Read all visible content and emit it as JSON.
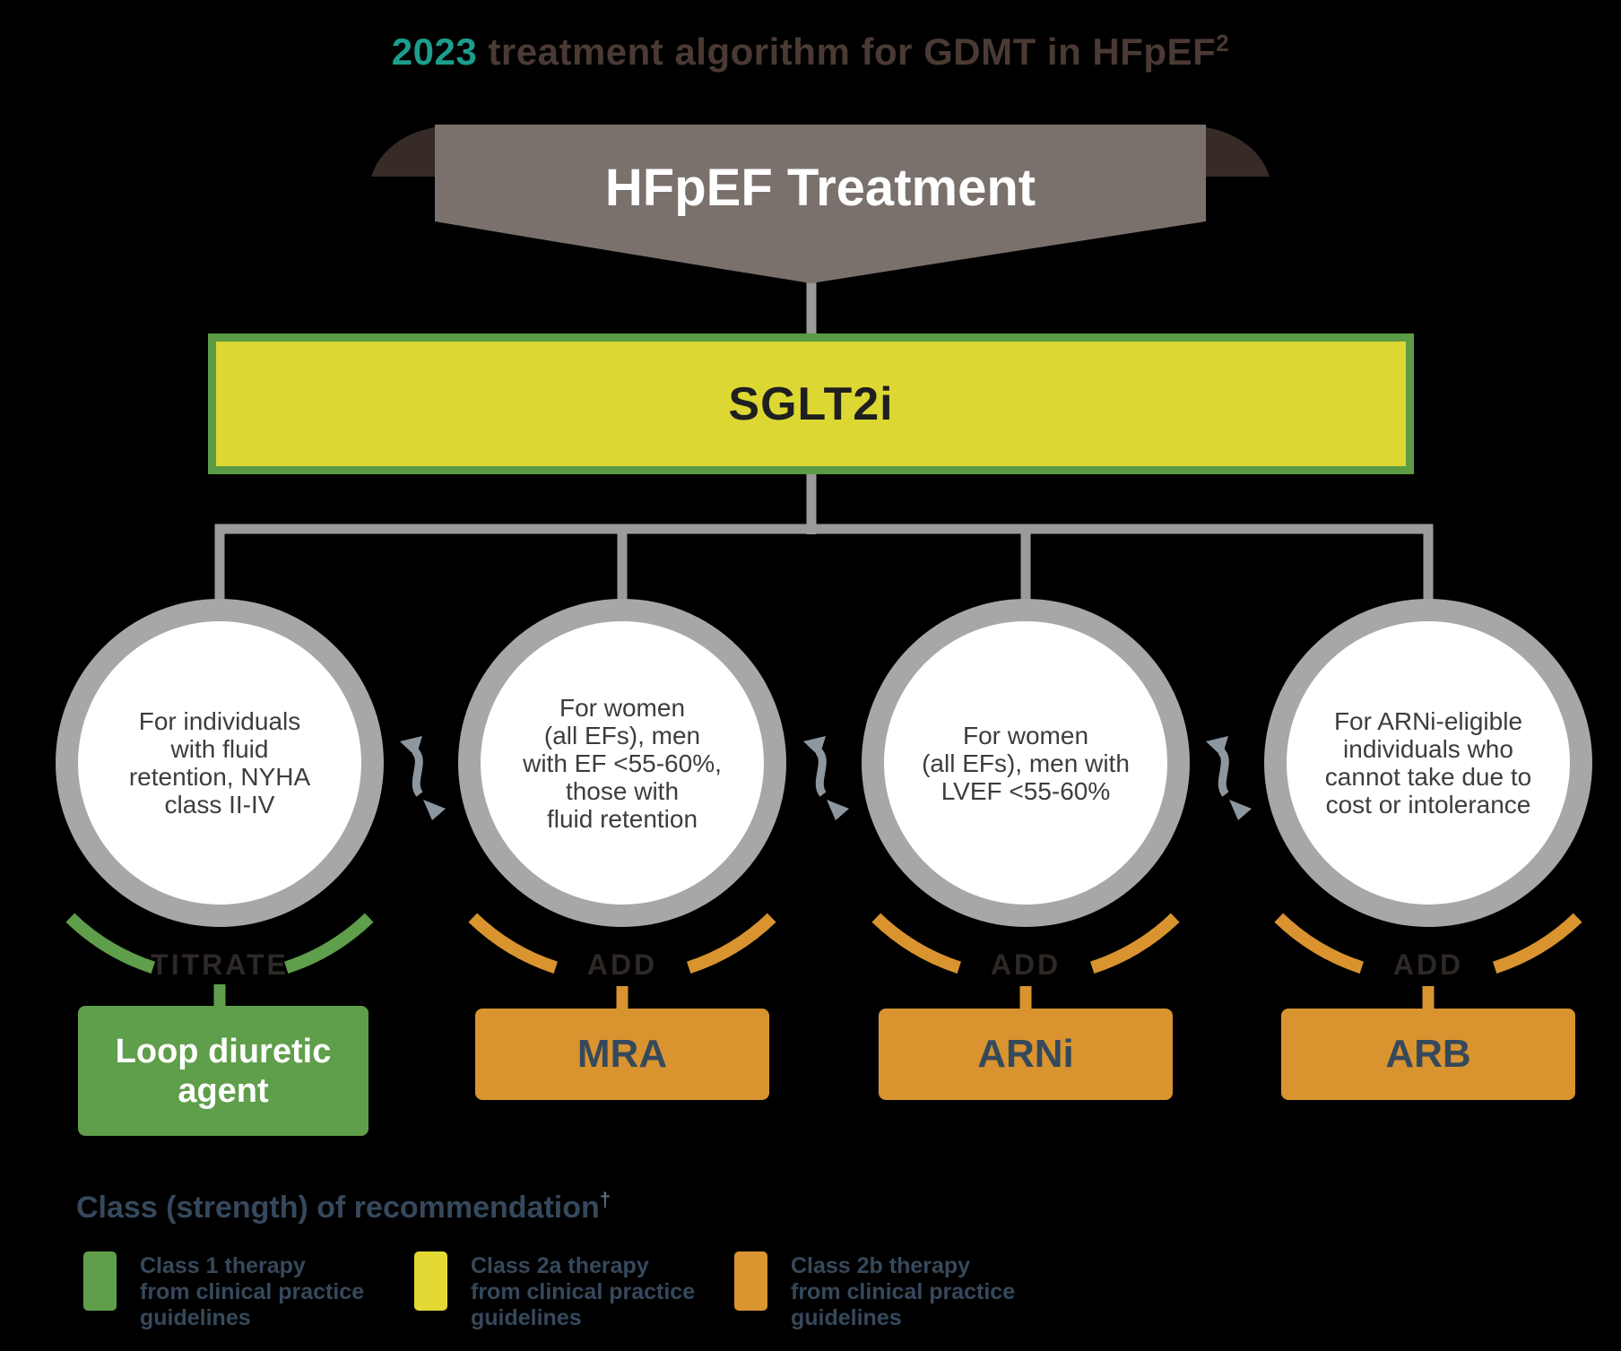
{
  "title": {
    "highlight": "2023",
    "rest": " treatment algorithm for GDMT in HFpEF",
    "superscript": "2"
  },
  "banner": {
    "label": "HFpEF Treatment"
  },
  "root": {
    "label": "SGLT2i"
  },
  "branches": [
    {
      "condition": "For individuals\nwith fluid\nretention, NYHA\nclass II-IV",
      "action": "TITRATE",
      "therapy": "Loop diuretic\nagent"
    },
    {
      "condition": "For women\n(all EFs), men\nwith EF <55-60%,\nthose with\nfluid retention",
      "action": "ADD",
      "therapy": "MRA"
    },
    {
      "condition": "For women\n(all EFs), men with\nLVEF <55-60%",
      "action": "ADD",
      "therapy": "ARNi"
    },
    {
      "condition": "For ARNi-eligible\nindividuals who\ncannot take due to\ncost or intolerance",
      "action": "ADD",
      "therapy": "ARB"
    }
  ],
  "legend": {
    "heading": "Class (strength) of recommendation",
    "dagger": "†",
    "items": [
      {
        "label": "Class 1 therapy\nfrom clinical practice\nguidelines",
        "color": "#5f9e4a"
      },
      {
        "label": "Class 2a therapy\nfrom clinical practice\nguidelines",
        "color": "#e3d834"
      },
      {
        "label": "Class 2b therapy\nfrom clinical practice\nguidelines",
        "color": "#d9952f"
      }
    ]
  },
  "colors": {
    "background": "#000000",
    "title_highlight": "#1b9e8d",
    "title_text": "#4b3a34",
    "banner_fill": "#7a716d",
    "banner_fold": "#372b27",
    "sglt2i_fill": "#ddd733",
    "sglt2i_border": "#5b9b45",
    "connector_gray": "#9b9b9b",
    "circle_ring": "#a7a7a7",
    "class1_green": "#5f9e4a",
    "class2a_yellow": "#e3d834",
    "class2b_orange": "#d9942f",
    "box_text_navy": "#36495c",
    "squiggle_gray": "#8d97a0"
  }
}
